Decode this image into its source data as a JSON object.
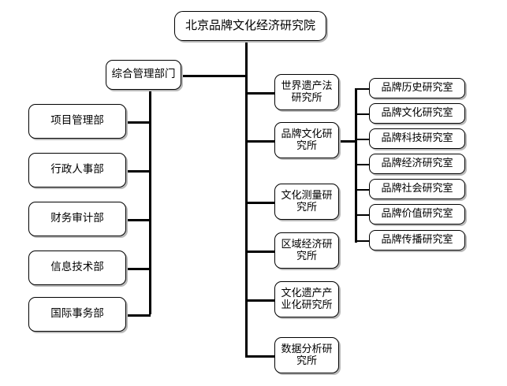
{
  "diagram": {
    "title_node": {
      "label": "北京品牌文化经济研究院",
      "name": "root-node"
    },
    "admin_node": {
      "label": "综合管理部门",
      "name": "admin-node"
    },
    "departments": [
      {
        "label": "项目管理部"
      },
      {
        "label": "行政人事部"
      },
      {
        "label": "财务审计部"
      },
      {
        "label": "信息技术部"
      },
      {
        "label": "国际事务部"
      }
    ],
    "institutes": [
      {
        "label": "世界遗产法研究所"
      },
      {
        "label": "品牌文化研究所"
      },
      {
        "label": "文化测量研究所"
      },
      {
        "label": "区域经济研究所"
      },
      {
        "label": "文化遗产产业化研究所"
      },
      {
        "label": "数据分析研究所"
      }
    ],
    "labs": [
      {
        "label": "品牌历史研究室"
      },
      {
        "label": "品牌文化研究室"
      },
      {
        "label": "品牌科技研究室"
      },
      {
        "label": "品牌经济研究室"
      },
      {
        "label": "品牌社会研究室"
      },
      {
        "label": "品牌价值研究室"
      },
      {
        "label": "品牌传播研究室"
      }
    ],
    "colors": {
      "box_border": "#000000",
      "box_fill": "#ffffff",
      "box_shadow": "#b9b9b9",
      "connector": "#000000",
      "background": "#ffffff"
    }
  }
}
